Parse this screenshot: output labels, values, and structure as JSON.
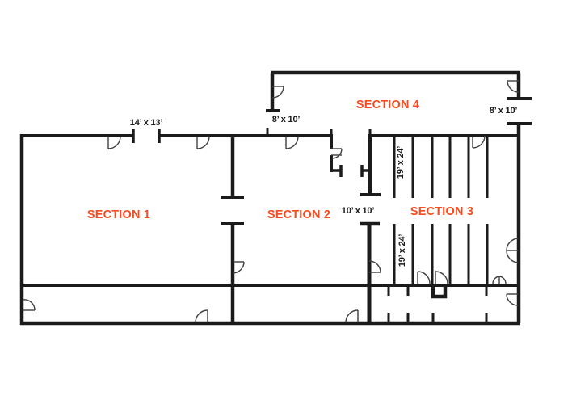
{
  "floor_plan": {
    "sections": [
      {
        "name": "SECTION 1"
      },
      {
        "name": "SECTION 2"
      },
      {
        "name": "SECTION 3"
      },
      {
        "name": "SECTION 4"
      }
    ],
    "dimension_labels": [
      {
        "text": "14’ x 13’",
        "area": "top wall doorway"
      },
      {
        "text": "8’ x 10’",
        "area": "section 4 left entrance"
      },
      {
        "text": "8’ x 10’",
        "area": "section 4 right entrance"
      },
      {
        "text": "10’ x 10’",
        "area": "section 3 entrance"
      },
      {
        "text": "19’ x 24’",
        "area": "section 3 upper bay"
      },
      {
        "text": "19’ x 24’",
        "area": "section 3 lower bay"
      }
    ],
    "colors": {
      "section_label": "#f84a1e",
      "dimension_label": "#1a1a1a",
      "wall": "#1b1b1b",
      "door_swing": "#3f3f3f",
      "background": "#ffffff"
    }
  }
}
